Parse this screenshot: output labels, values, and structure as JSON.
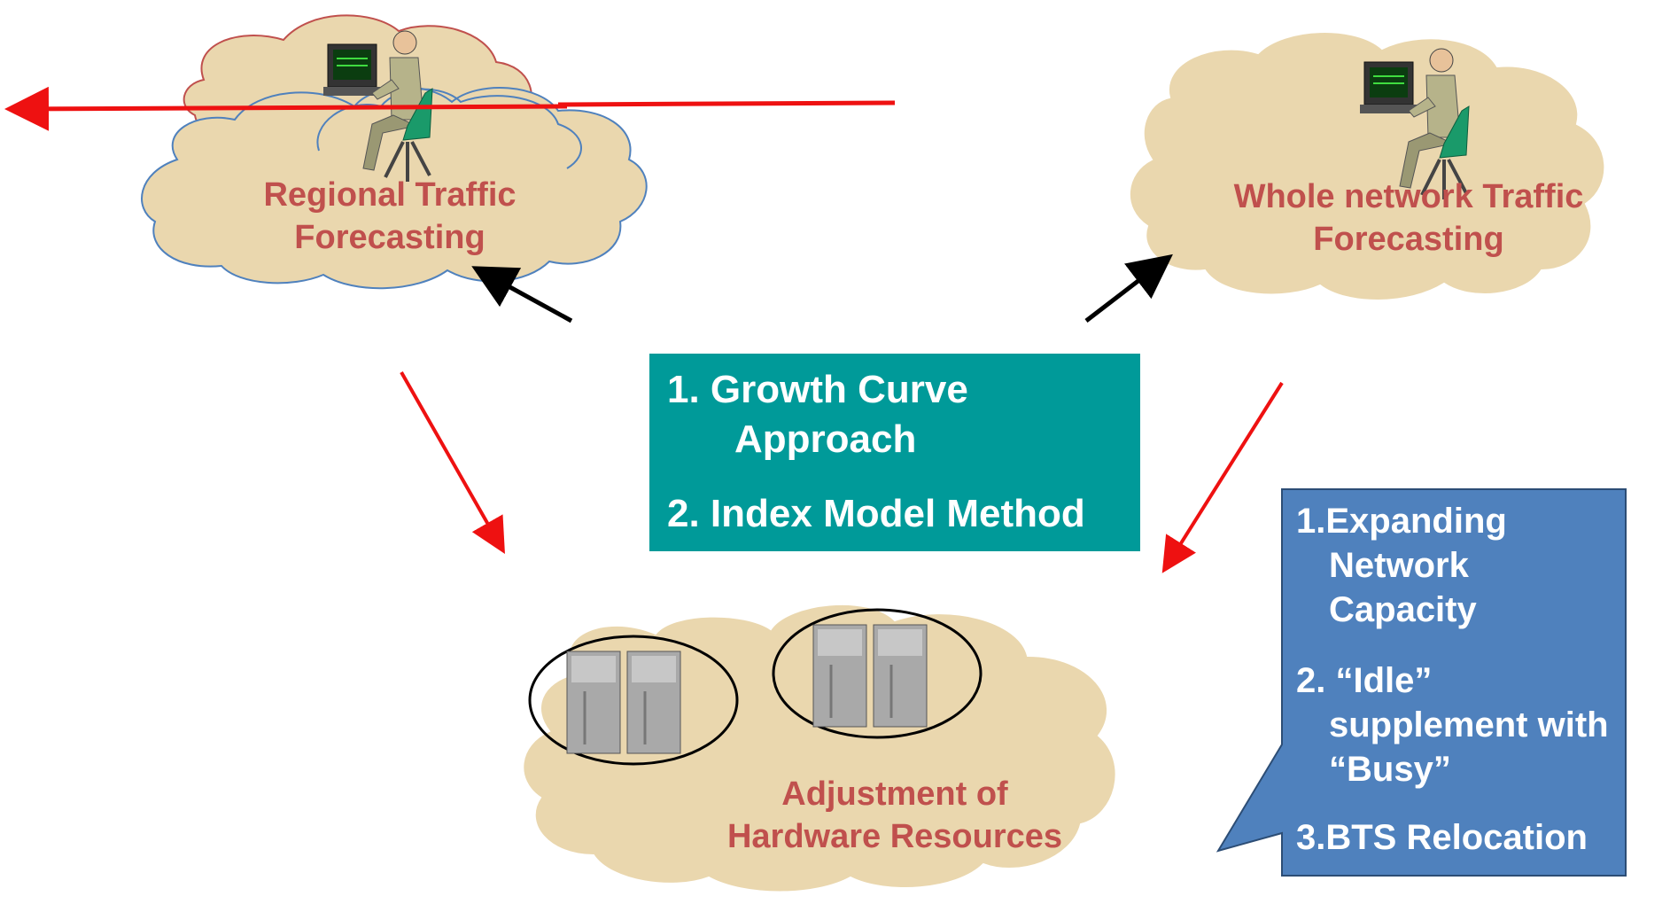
{
  "clouds": {
    "regional": {
      "line1": "Regional Traffic",
      "line2": "Forecasting"
    },
    "whole": {
      "line1": "Whole network Traffic",
      "line2": "Forecasting"
    },
    "hardware": {
      "line1": "Adjustment of",
      "line2": "Hardware Resources"
    }
  },
  "methods_box": {
    "item1_line1": "1. Growth Curve",
    "item1_line2": "Approach",
    "item2": "2. Index Model Method"
  },
  "callout": {
    "item1_line1": "1.Expanding",
    "item1_line2": "Network",
    "item1_line3": "Capacity",
    "item2_line1": "2. “Idle”",
    "item2_line2": "supplement with",
    "item2_line3": "“Busy”",
    "item3": "3.BTS Relocation"
  },
  "colors": {
    "cloud_fill": "#ead7ae",
    "cloud_outline": "#4f81bd",
    "label_red": "#c0504d",
    "teal": "#009a99",
    "callout_blue": "#4f81bd",
    "arrow_red": "#ee1111",
    "arrow_black": "#000000"
  }
}
